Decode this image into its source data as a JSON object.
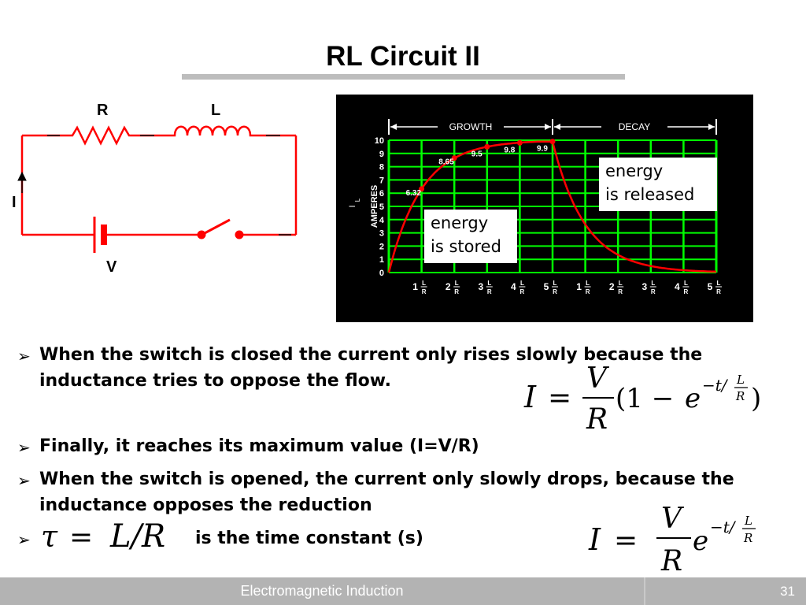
{
  "slide": {
    "title": "RL Circuit II",
    "footer_title": "Electromagnetic Induction",
    "page_number": "31"
  },
  "circuit": {
    "resistor_label": "R",
    "inductor_label": "L",
    "current_label": "I",
    "voltage_label": "V",
    "wire_color": "#ff0000"
  },
  "chart_data": {
    "type": "line",
    "background": "#000000",
    "grid_color": "#00ff00",
    "curve_color": "#ff0000",
    "ylabel": "AMPERES",
    "ylabel_symbol": "I",
    "ylabel_subscript": "L",
    "yticks": [
      "0",
      "1",
      "2",
      "3",
      "4",
      "5",
      "6",
      "7",
      "8",
      "9",
      "10"
    ],
    "ylim": [
      0,
      10
    ],
    "xticks": [
      {
        "n": "1",
        "num": "L",
        "den": "R"
      },
      {
        "n": "2",
        "num": "L",
        "den": "R"
      },
      {
        "n": "3",
        "num": "L",
        "den": "R"
      },
      {
        "n": "4",
        "num": "L",
        "den": "R"
      },
      {
        "n": "5",
        "num": "L",
        "den": "R"
      },
      {
        "n": "1",
        "num": "L",
        "den": "R"
      },
      {
        "n": "2",
        "num": "L",
        "den": "R"
      },
      {
        "n": "3",
        "num": "L",
        "den": "R"
      },
      {
        "n": "4",
        "num": "L",
        "den": "R"
      },
      {
        "n": "5",
        "num": "L",
        "den": "R"
      }
    ],
    "phases": [
      {
        "name": "GROWTH",
        "x_range": [
          0,
          5
        ]
      },
      {
        "name": "DECAY",
        "x_range": [
          5,
          10
        ]
      }
    ],
    "growth_points": [
      {
        "x": 1,
        "y": 6.32,
        "label": "6.32"
      },
      {
        "x": 2,
        "y": 8.65,
        "label": "8.65"
      },
      {
        "x": 3,
        "y": 9.5,
        "label": "9.5"
      },
      {
        "x": 4,
        "y": 9.8,
        "label": "9.8"
      },
      {
        "x": 5,
        "y": 9.9,
        "label": "9.9"
      }
    ],
    "xlim": [
      0,
      10
    ],
    "grid": true,
    "callouts": {
      "released_line1": "energy",
      "released_line2": "is released",
      "stored_line1": "energy",
      "stored_line2": "is stored"
    }
  },
  "bullets": [
    {
      "text_line1": "When the switch is closed the current only rises slowly because the",
      "text_line2": "inductance tries to oppose the flow."
    },
    {
      "text_line1": "Finally, it reaches its maximum value (I=V/R)"
    },
    {
      "text_line1": "When the switch is opened, the current only slowly drops, because the",
      "text_line2": "inductance opposes the reduction"
    },
    {
      "text_line1": "is the time constant (s)"
    }
  ],
  "bullet_marker": "➢",
  "equations": {
    "growth": {
      "lhs": "I",
      "num": "V",
      "den": "R",
      "paren_open": "(1 −",
      "base": "e",
      "exp_sign": "−t/",
      "exp_num": "L",
      "exp_den": "R",
      "paren_close": ")"
    },
    "decay": {
      "lhs": "I",
      "num": "V",
      "den": "R",
      "base": "e",
      "exp_sign": "−t/",
      "exp_num": "L",
      "exp_den": "R"
    },
    "tau": {
      "symbol": "τ",
      "rhs": "L/R"
    }
  }
}
